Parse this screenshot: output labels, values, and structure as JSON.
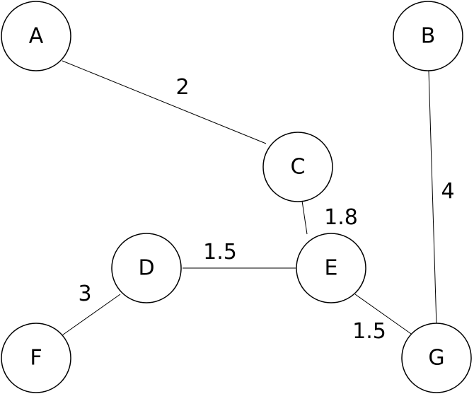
{
  "graph": {
    "nodes": [
      {
        "id": "A",
        "label": "A"
      },
      {
        "id": "B",
        "label": "B"
      },
      {
        "id": "C",
        "label": "C"
      },
      {
        "id": "D",
        "label": "D"
      },
      {
        "id": "E",
        "label": "E"
      },
      {
        "id": "F",
        "label": "F"
      },
      {
        "id": "G",
        "label": "G"
      }
    ],
    "edges": [
      {
        "from": "A",
        "to": "C",
        "weight": "2"
      },
      {
        "from": "B",
        "to": "G",
        "weight": "4"
      },
      {
        "from": "C",
        "to": "E",
        "weight": "1.8"
      },
      {
        "from": "D",
        "to": "E",
        "weight": "1.5"
      },
      {
        "from": "D",
        "to": "F",
        "weight": "3"
      },
      {
        "from": "E",
        "to": "G",
        "weight": "1.5"
      }
    ]
  }
}
